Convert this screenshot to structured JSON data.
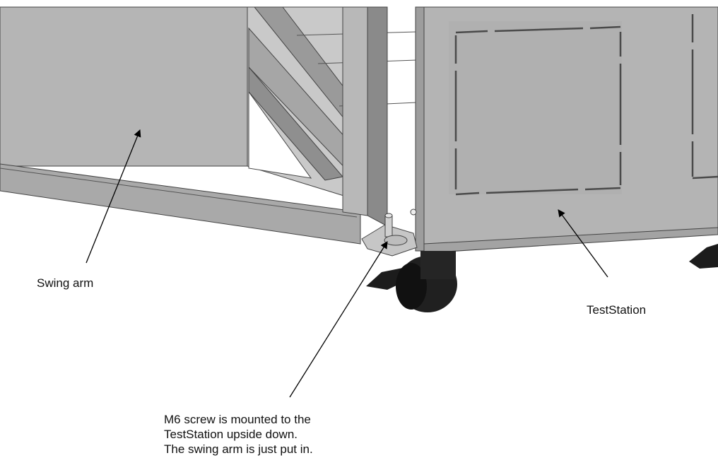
{
  "labels": {
    "swing_arm": "Swing arm",
    "test_station": "TestStation",
    "screw_note": [
      "M6 screw is mounted to the",
      "TestStation upside down.",
      "The swing arm is just put in."
    ]
  },
  "colors": {
    "panel": "#b3b3b3",
    "panel_dark": "#9e9e9e",
    "frame": "#8c8c8c",
    "edge": "#3a3a3a",
    "caster": "#1e1e1e",
    "arrow": "#000000"
  }
}
